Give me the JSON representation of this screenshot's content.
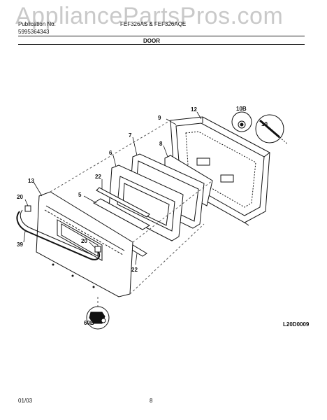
{
  "watermark": "AppliancePartsPros.com",
  "header": {
    "publication_label": "Publication No.",
    "publication_number": "5995364343",
    "models": "FEF326AS & FEF326AQE",
    "section_title": "DOOR"
  },
  "callouts": {
    "c9": "9",
    "c12": "12",
    "c10b": "10B",
    "c10": "10",
    "c7": "7",
    "c8": "8",
    "c6": "6",
    "c22a": "22",
    "c13": "13",
    "c5": "5",
    "c20a": "20",
    "c39": "39",
    "c20b": "20",
    "c22b": "22",
    "c60b": "60B"
  },
  "diagram_code": "L20D0009",
  "footer": {
    "date": "01/03",
    "page": "8"
  }
}
